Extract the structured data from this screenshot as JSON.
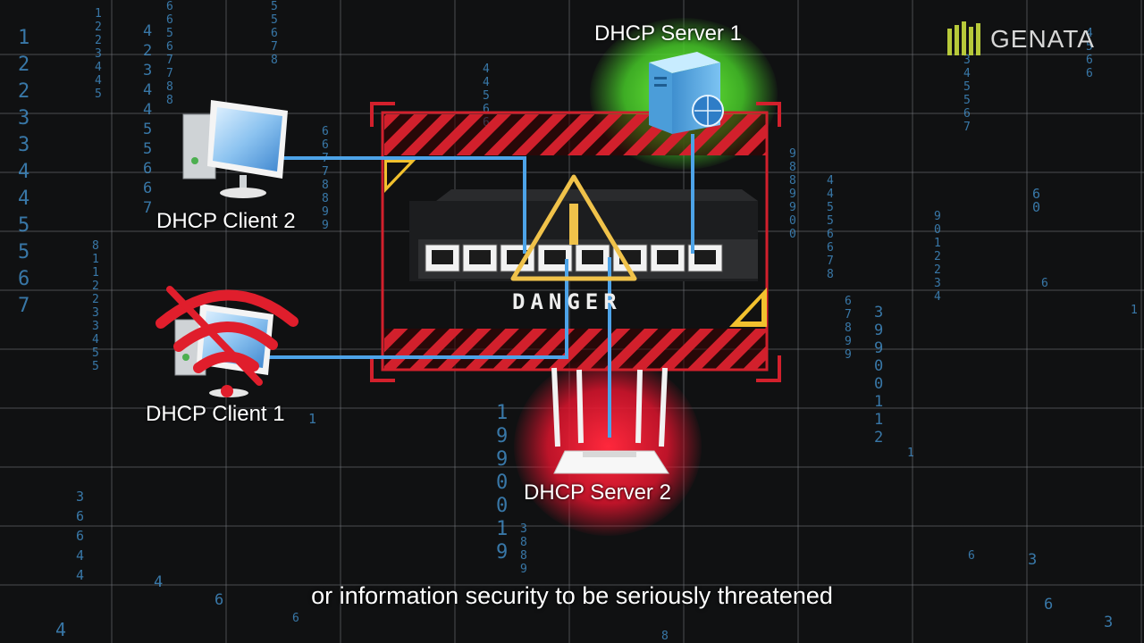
{
  "brand": {
    "name": "GENATA"
  },
  "devices": {
    "server_1": "DHCP Server 1",
    "server_2": "DHCP Server 2",
    "client_1": "DHCP Client 1",
    "client_2": "DHCP Client 2"
  },
  "warning": {
    "text": "DANGER"
  },
  "subtitle": "or information security to be seriously threatened",
  "icons": [
    "server-icon",
    "router-icon",
    "computer-icon",
    "network-switch-icon",
    "warning-triangle-icon",
    "wifi-off-icon"
  ],
  "colors": {
    "link": "#4da3e8",
    "danger": "#e0202c",
    "safe_glow": "#6cf03c",
    "rogue_glow": "#ff2a3c",
    "warning": "#f2c12e"
  }
}
